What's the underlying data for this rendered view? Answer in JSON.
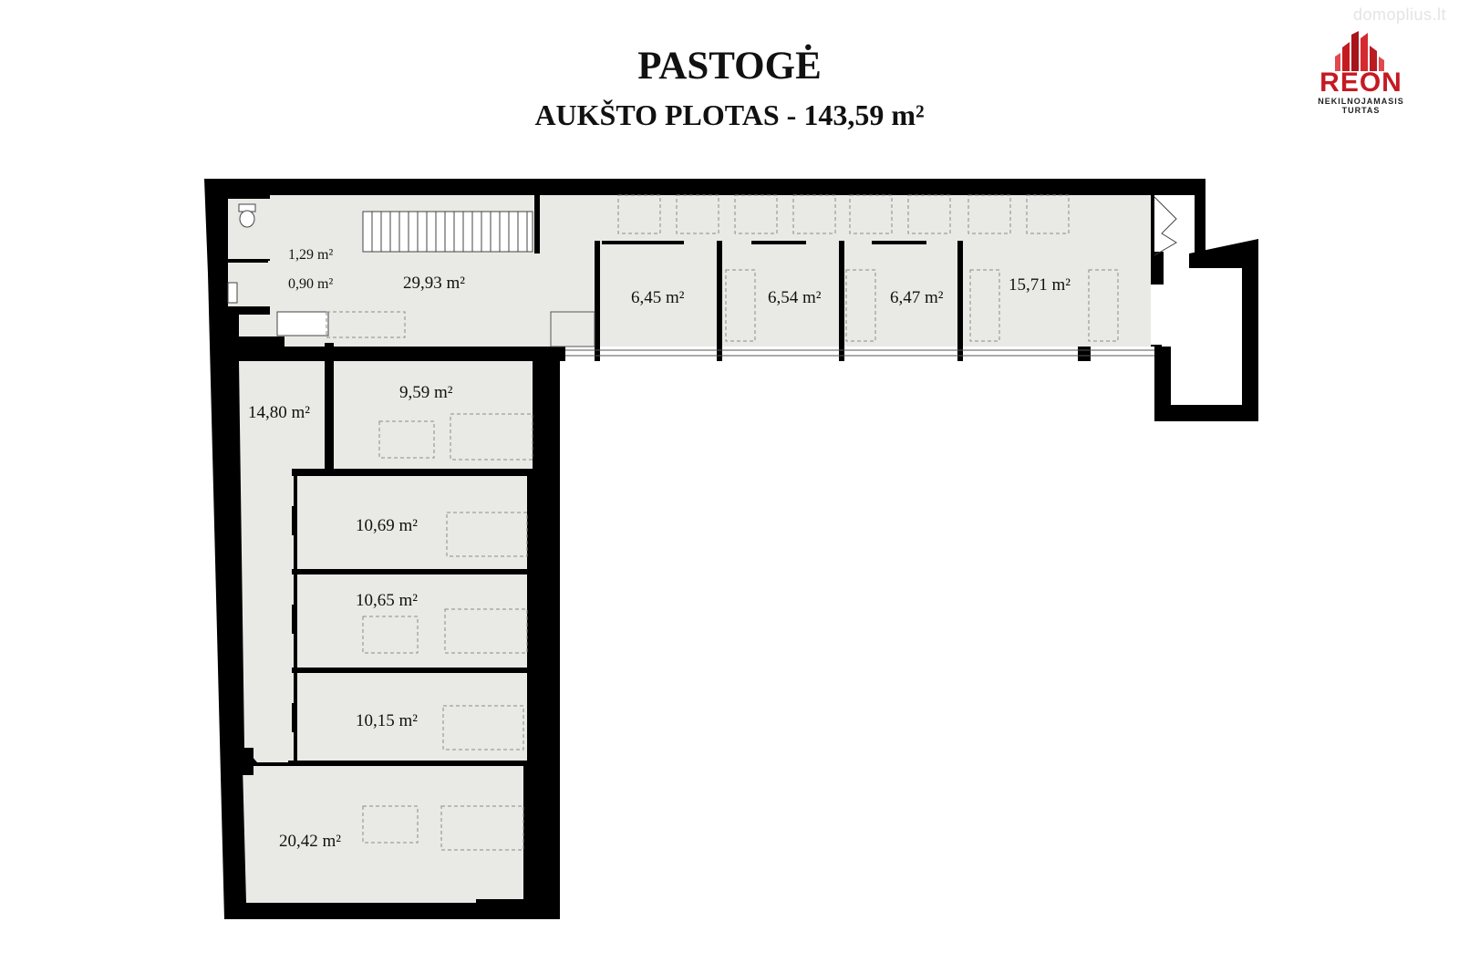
{
  "watermark": "domoplius.lt",
  "title": "PASTOGĖ",
  "subtitle": "AUKŠTO PLOTAS - 143,59 m²",
  "logo": {
    "brand": "REON",
    "line1": "NEKILNOJAMASIS",
    "line2": "TURTAS",
    "color": "#c51a22"
  },
  "colors": {
    "wall": "#000000",
    "floor": "#e9eae5",
    "dashed": "#8a8a8a"
  },
  "rooms": [
    {
      "id": "wc",
      "label": "1,29 m²"
    },
    {
      "id": "shower",
      "label": "0,90 m²"
    },
    {
      "id": "hall-top",
      "label": "29,93 m²"
    },
    {
      "id": "storage-1",
      "label": "6,45 m²"
    },
    {
      "id": "storage-2",
      "label": "6,54 m²"
    },
    {
      "id": "storage-3",
      "label": "6,47 m²"
    },
    {
      "id": "room-east",
      "label": "15,71 m²"
    },
    {
      "id": "corridor",
      "label": "14,80 m²"
    },
    {
      "id": "room-a",
      "label": "9,59 m²"
    },
    {
      "id": "room-b",
      "label": "10,69 m²"
    },
    {
      "id": "room-c",
      "label": "10,65 m²"
    },
    {
      "id": "room-d",
      "label": "10,15 m²"
    },
    {
      "id": "room-e",
      "label": "20,42 m²"
    }
  ]
}
